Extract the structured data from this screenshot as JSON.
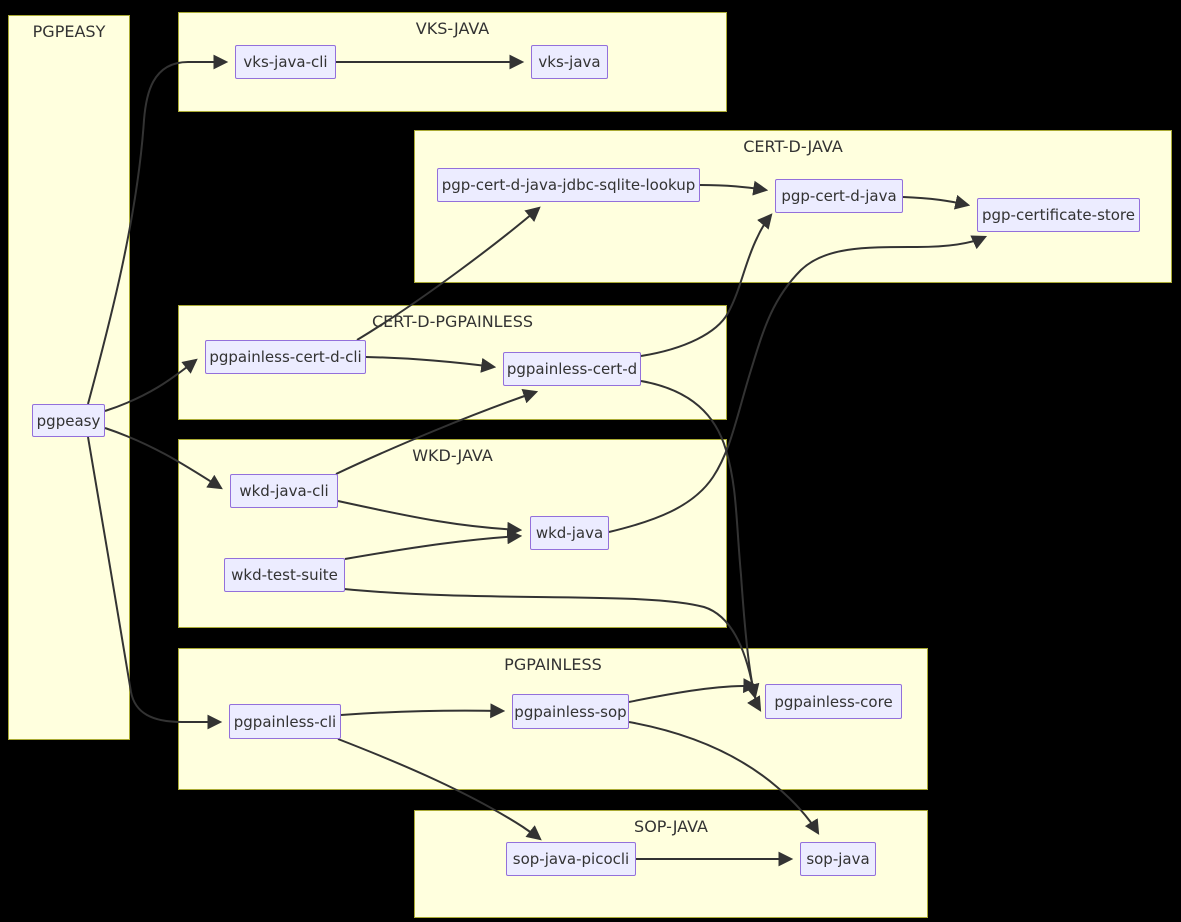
{
  "diagram": {
    "type": "flowchart",
    "background_color": "#000000",
    "colors": {
      "cluster_fill": "#ffffde",
      "cluster_border": "#aaaa33",
      "node_fill": "#ececff",
      "node_border": "#9370db",
      "edge_stroke": "#333333",
      "text": "#333333"
    },
    "clusters": {
      "pgpeasy": {
        "title": "PGPEASY"
      },
      "vks_java": {
        "title": "VKS-JAVA"
      },
      "cert_d_java": {
        "title": "CERT-D-JAVA"
      },
      "cert_d_pgpainless": {
        "title": "CERT-D-PGPAINLESS"
      },
      "wkd_java": {
        "title": "WKD-JAVA"
      },
      "pgpainless": {
        "title": "PGPAINLESS"
      },
      "sop_java": {
        "title": "SOP-JAVA"
      }
    },
    "nodes": {
      "pgpeasy": {
        "label": "pgpeasy"
      },
      "vks_java_cli": {
        "label": "vks-java-cli"
      },
      "vks_java": {
        "label": "vks-java"
      },
      "jdbc_sqlite_lookup": {
        "label": "pgp-cert-d-java-jdbc-sqlite-lookup"
      },
      "pgp_cert_d_java": {
        "label": "pgp-cert-d-java"
      },
      "pgp_certificate_store": {
        "label": "pgp-certificate-store"
      },
      "pgpainless_cert_d_cli": {
        "label": "pgpainless-cert-d-cli"
      },
      "pgpainless_cert_d": {
        "label": "pgpainless-cert-d"
      },
      "wkd_java_cli": {
        "label": "wkd-java-cli"
      },
      "wkd_java": {
        "label": "wkd-java"
      },
      "wkd_test_suite": {
        "label": "wkd-test-suite"
      },
      "pgpainless_cli": {
        "label": "pgpainless-cli"
      },
      "pgpainless_sop": {
        "label": "pgpainless-sop"
      },
      "pgpainless_core": {
        "label": "pgpainless-core"
      },
      "sop_java_picocli": {
        "label": "sop-java-picocli"
      },
      "sop_java": {
        "label": "sop-java"
      }
    },
    "edges": [
      {
        "from": "pgpeasy",
        "to": "vks-java-cli"
      },
      {
        "from": "pgpeasy",
        "to": "pgpainless-cert-d-cli"
      },
      {
        "from": "pgpeasy",
        "to": "wkd-java-cli"
      },
      {
        "from": "pgpeasy",
        "to": "pgpainless-cli"
      },
      {
        "from": "vks-java-cli",
        "to": "vks-java"
      },
      {
        "from": "pgpainless-cert-d-cli",
        "to": "pgp-cert-d-java-jdbc-sqlite-lookup"
      },
      {
        "from": "pgpainless-cert-d-cli",
        "to": "pgpainless-cert-d"
      },
      {
        "from": "pgp-cert-d-java-jdbc-sqlite-lookup",
        "to": "pgp-cert-d-java"
      },
      {
        "from": "pgp-cert-d-java",
        "to": "pgp-certificate-store"
      },
      {
        "from": "pgpainless-cert-d",
        "to": "pgp-cert-d-java"
      },
      {
        "from": "pgpainless-cert-d",
        "to": "pgpainless-core"
      },
      {
        "from": "wkd-java-cli",
        "to": "pgpainless-cert-d"
      },
      {
        "from": "wkd-java-cli",
        "to": "wkd-java"
      },
      {
        "from": "wkd-test-suite",
        "to": "wkd-java"
      },
      {
        "from": "wkd-test-suite",
        "to": "pgpainless-core"
      },
      {
        "from": "wkd-java",
        "to": "pgp-certificate-store"
      },
      {
        "from": "pgpainless-cli",
        "to": "pgpainless-sop"
      },
      {
        "from": "pgpainless-cli",
        "to": "sop-java-picocli"
      },
      {
        "from": "pgpainless-sop",
        "to": "pgpainless-core"
      },
      {
        "from": "pgpainless-sop",
        "to": "sop-java"
      },
      {
        "from": "sop-java-picocli",
        "to": "sop-java"
      }
    ]
  }
}
